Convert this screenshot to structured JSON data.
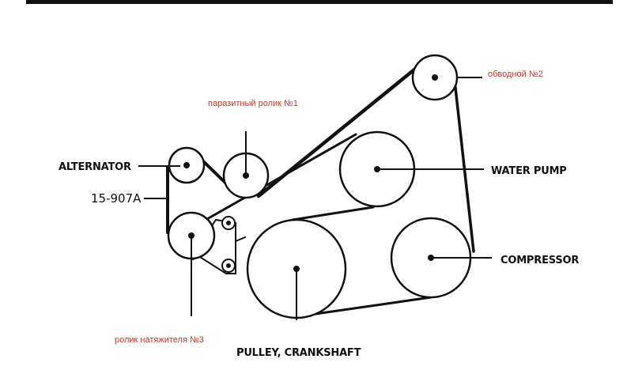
{
  "diagram": {
    "labels": {
      "alternator": "ALTERNATOR",
      "part_number": "15-907A",
      "water_pump": "WATER PUMP",
      "compressor": "COMPRESSOR",
      "crankshaft": "PULLEY, CRANKSHAFT"
    },
    "annotations": {
      "idler_1": "паразитный ролик №1",
      "bypass_2": "обводной №2",
      "tensioner_3": "ролик натяжителя №3"
    },
    "colors": {
      "annotation": "#c0392b",
      "line": "#111111",
      "background": "#ffffff"
    }
  }
}
